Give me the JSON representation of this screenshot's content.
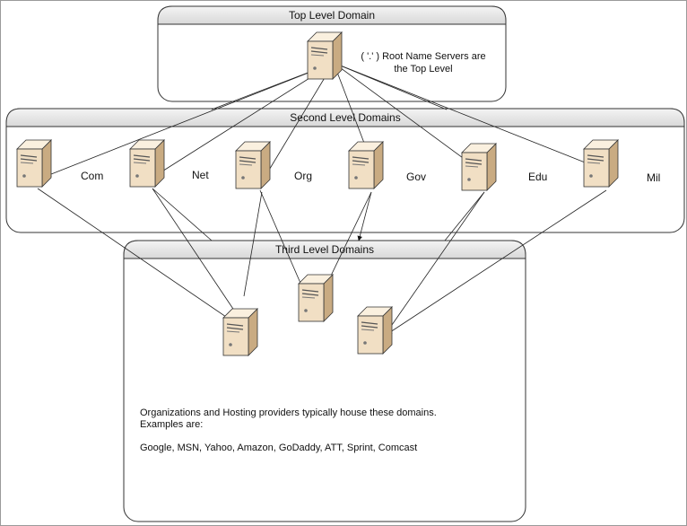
{
  "panels": {
    "top": {
      "title": "Top Level Domain"
    },
    "second": {
      "title": "Second Level Domains"
    },
    "third": {
      "title": "Third Level Domains"
    }
  },
  "root_note": {
    "line1": "( '.' ) Root Name Servers are",
    "line2": "the Top Level"
  },
  "second_level": [
    "Com",
    "Net",
    "Org",
    "Gov",
    "Edu",
    "Mil"
  ],
  "third_note": {
    "line1": "Organizations and Hosting providers typically house these domains.",
    "line2": "Examples are:",
    "line3": "Google, MSN, Yahoo, Amazon, GoDaddy, ATT, Sprint, Comcast"
  },
  "colors": {
    "server_front": "#f1dfc4",
    "server_side": "#c9ab82",
    "server_top": "#faf0df",
    "panel_header": "#e6e6e6"
  }
}
